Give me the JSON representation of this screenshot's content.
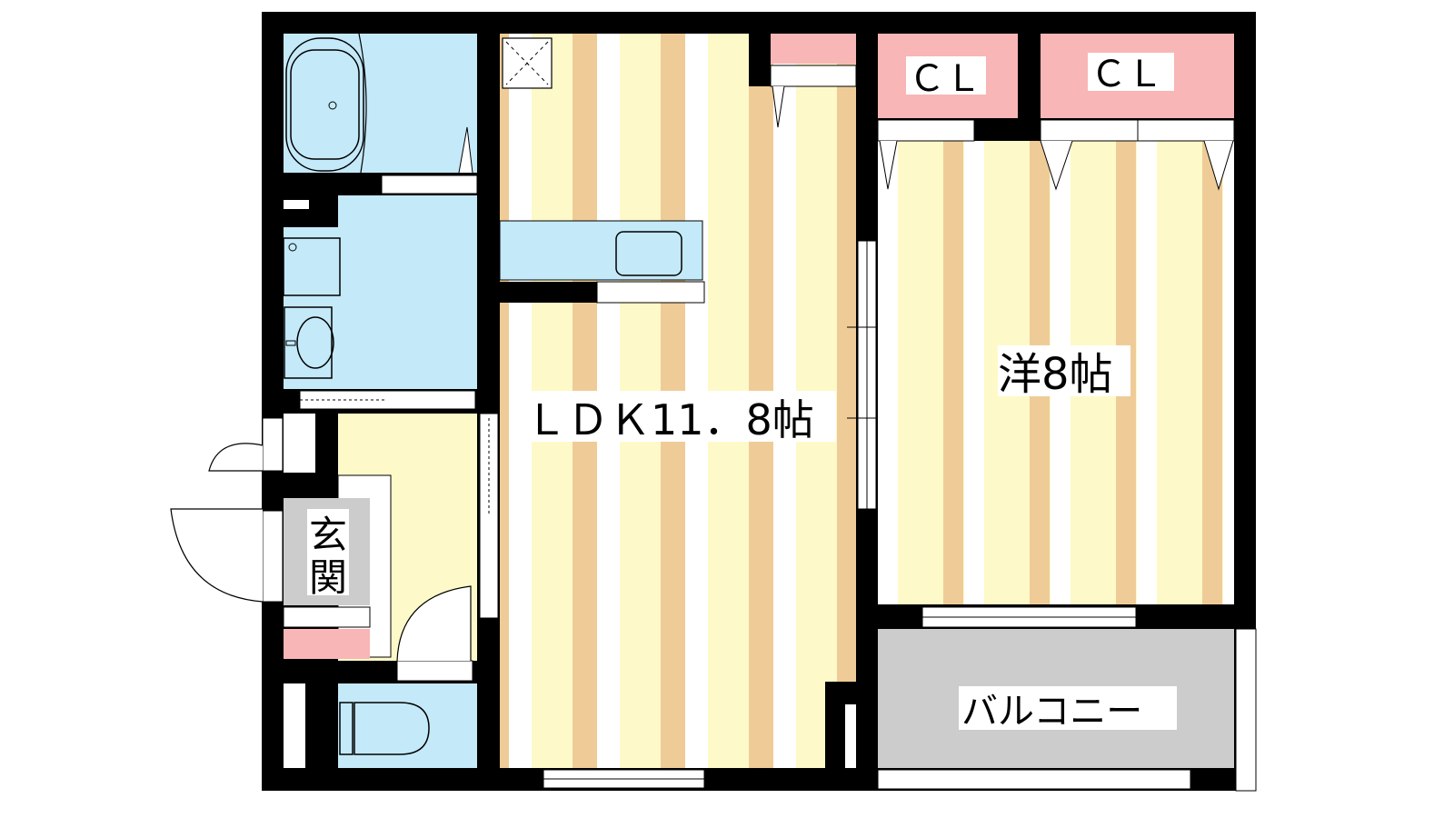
{
  "floorplan": {
    "ldk_label": "ＬＤＫ11．8帖",
    "western_room_label": "洋8帖",
    "closet_label_1": "ＣＬ",
    "closet_label_2": "ＣＬ",
    "entrance_label_1": "玄",
    "entrance_label_2": "関",
    "balcony_label": "バルコニー"
  },
  "colors": {
    "wall": "#000000",
    "wet_area": "#c4e9f9",
    "floor_light": "#fef9c8",
    "floor_dark": "#efcc97",
    "closet": "#f8b6b6",
    "entrance": "#cccccc"
  }
}
